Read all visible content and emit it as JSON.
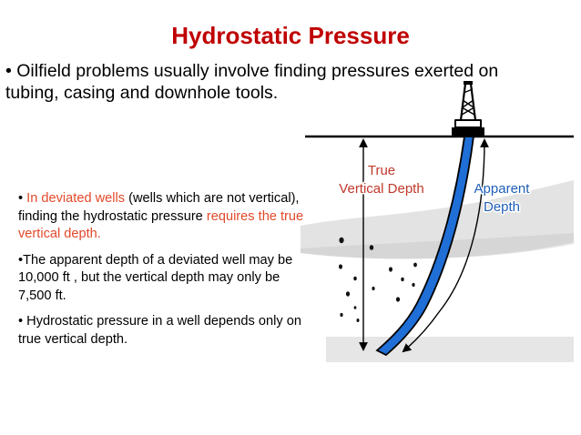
{
  "slide": {
    "title": "Hydrostatic Pressure",
    "intro": "• Oilfield problems usually involve finding pressures exerted on tubing, casing and downhole tools."
  },
  "bullets": [
    {
      "bullet_symbol": "•",
      "highlight": "In deviated wells",
      "text_part1": " (wells which are not vertical), finding the hydrostatic pressure ",
      "highlight2": "requires the true vertical depth."
    },
    {
      "text": "•The apparent depth of a deviated well may be 10,000 ft , but the vertical depth may only be 7,500 ft."
    },
    {
      "text": "• Hydrostatic pressure in a well depends only on true vertical depth."
    }
  ],
  "diagram": {
    "label_true_line1": "True",
    "label_true_line2": "Vertical Depth",
    "label_apparent_line1": "Apparent",
    "label_apparent_line2": "Depth",
    "colors": {
      "true_label": "#c0392b",
      "apparent_label": "#1f5fb8",
      "wellbore": "#1f6fd6",
      "formation": "#e3e3e3",
      "title": "#c00000",
      "highlight_text": "#e2492b"
    }
  }
}
